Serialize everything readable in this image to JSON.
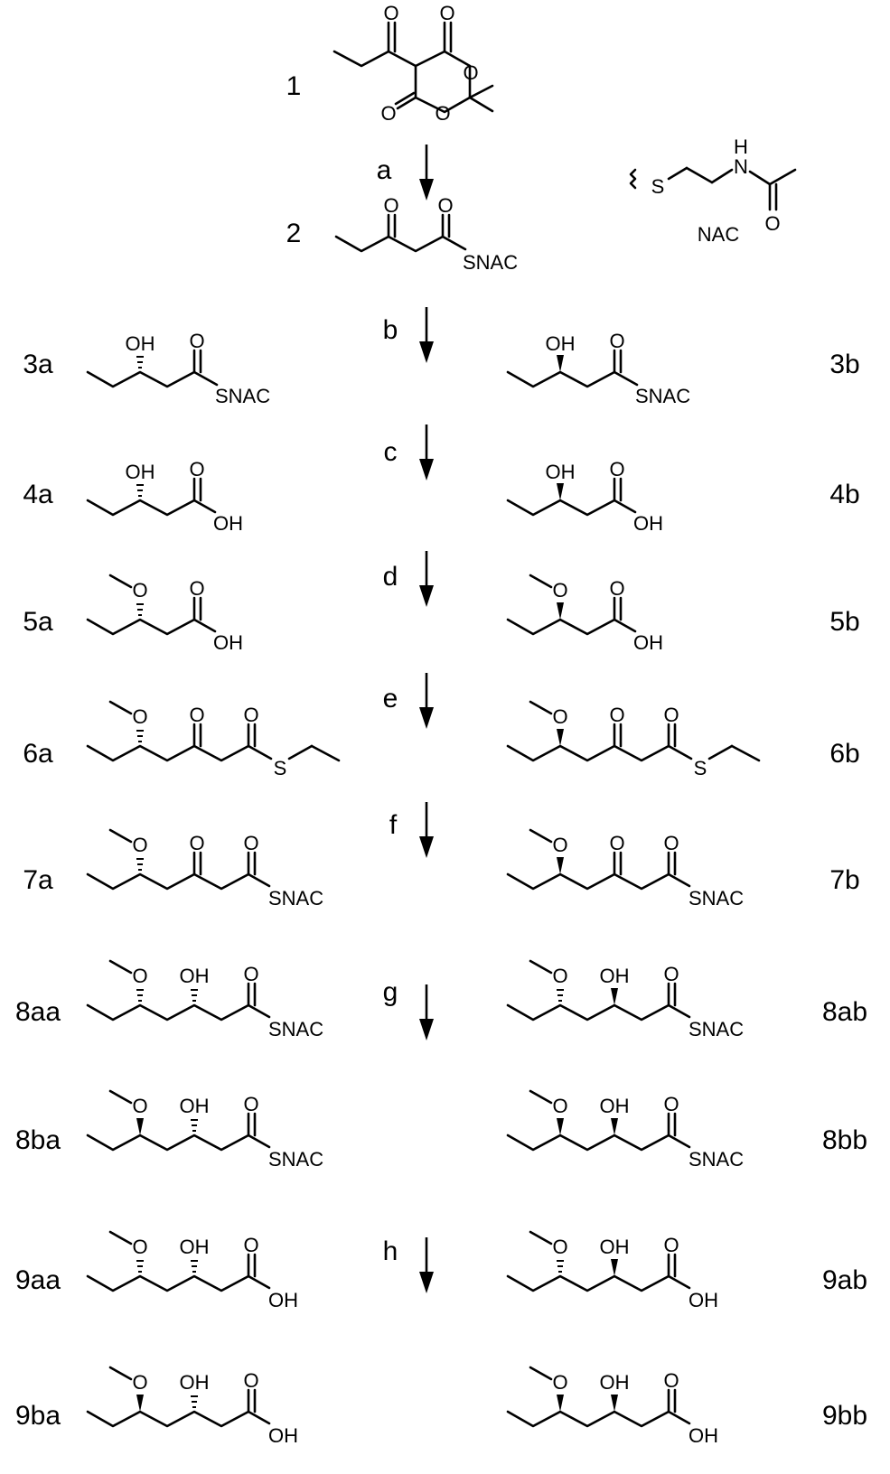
{
  "scheme": {
    "steps": [
      "a",
      "b",
      "c",
      "d",
      "e",
      "f",
      "g",
      "h"
    ],
    "reagent_label": "NAC",
    "compounds": {
      "c1": "1",
      "c2": "2",
      "c3a": "3a",
      "c3b": "3b",
      "c4a": "4a",
      "c4b": "4b",
      "c5a": "5a",
      "c5b": "5b",
      "c6a": "6a",
      "c6b": "6b",
      "c7a": "7a",
      "c7b": "7b",
      "c8aa": "8aa",
      "c8ab": "8ab",
      "c8ba": "8ba",
      "c8bb": "8bb",
      "c9aa": "9aa",
      "c9ab": "9ab",
      "c9ba": "9ba",
      "c9bb": "9bb"
    },
    "atoms": {
      "O": "O",
      "OH": "OH",
      "S": "S",
      "H": "H",
      "N": "N",
      "SNAC": "SNAC"
    }
  }
}
